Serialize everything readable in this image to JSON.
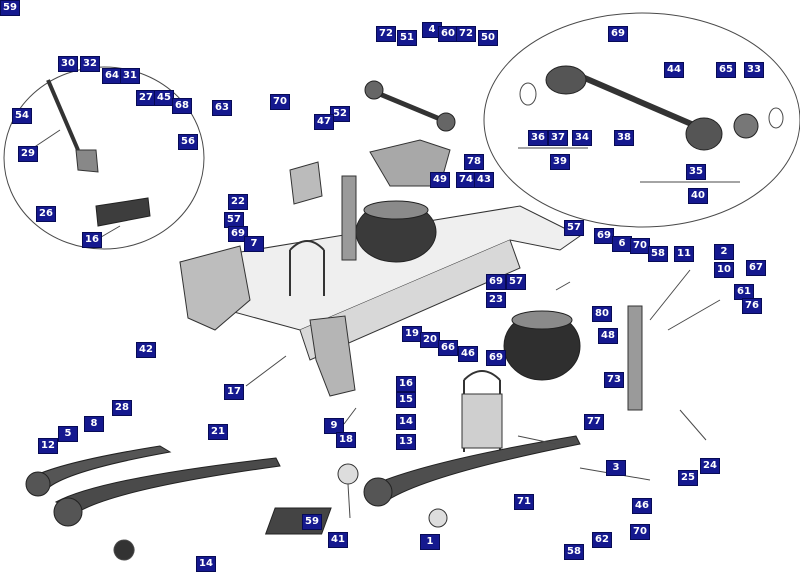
{
  "colors": {
    "callout_bg": "#15198f",
    "callout_text": "#ffffff",
    "selected_bg": "#e23a10",
    "selected_text": "#ffe680",
    "line": "#4a4a4a"
  },
  "selected_part": "18",
  "callouts": [
    "72",
    "51",
    "4",
    "60",
    "72",
    "50",
    "69",
    "30",
    "32",
    "64",
    "31",
    "54",
    "27",
    "45",
    "68",
    "63",
    "70",
    "44",
    "65",
    "33",
    "52",
    "47",
    "29",
    "56",
    "36",
    "37",
    "34",
    "38",
    "39",
    "78",
    "49",
    "74",
    "43",
    "26",
    "16",
    "22",
    "57",
    "69",
    "7",
    "35",
    "40",
    "57",
    "69",
    "6",
    "70",
    "58",
    "11",
    "2",
    "10",
    "67",
    "61",
    "76",
    "69",
    "57",
    "23",
    "42",
    "19",
    "20",
    "66",
    "46",
    "80",
    "48",
    "73",
    "17",
    "69",
    "28",
    "21",
    "16",
    "15",
    "14",
    "13",
    "12",
    "5",
    "8",
    "9",
    "18",
    "77",
    "25",
    "24",
    "3",
    "46",
    "71",
    "70",
    "59",
    "41",
    "1",
    "62",
    "58",
    "14",
    "59"
  ]
}
